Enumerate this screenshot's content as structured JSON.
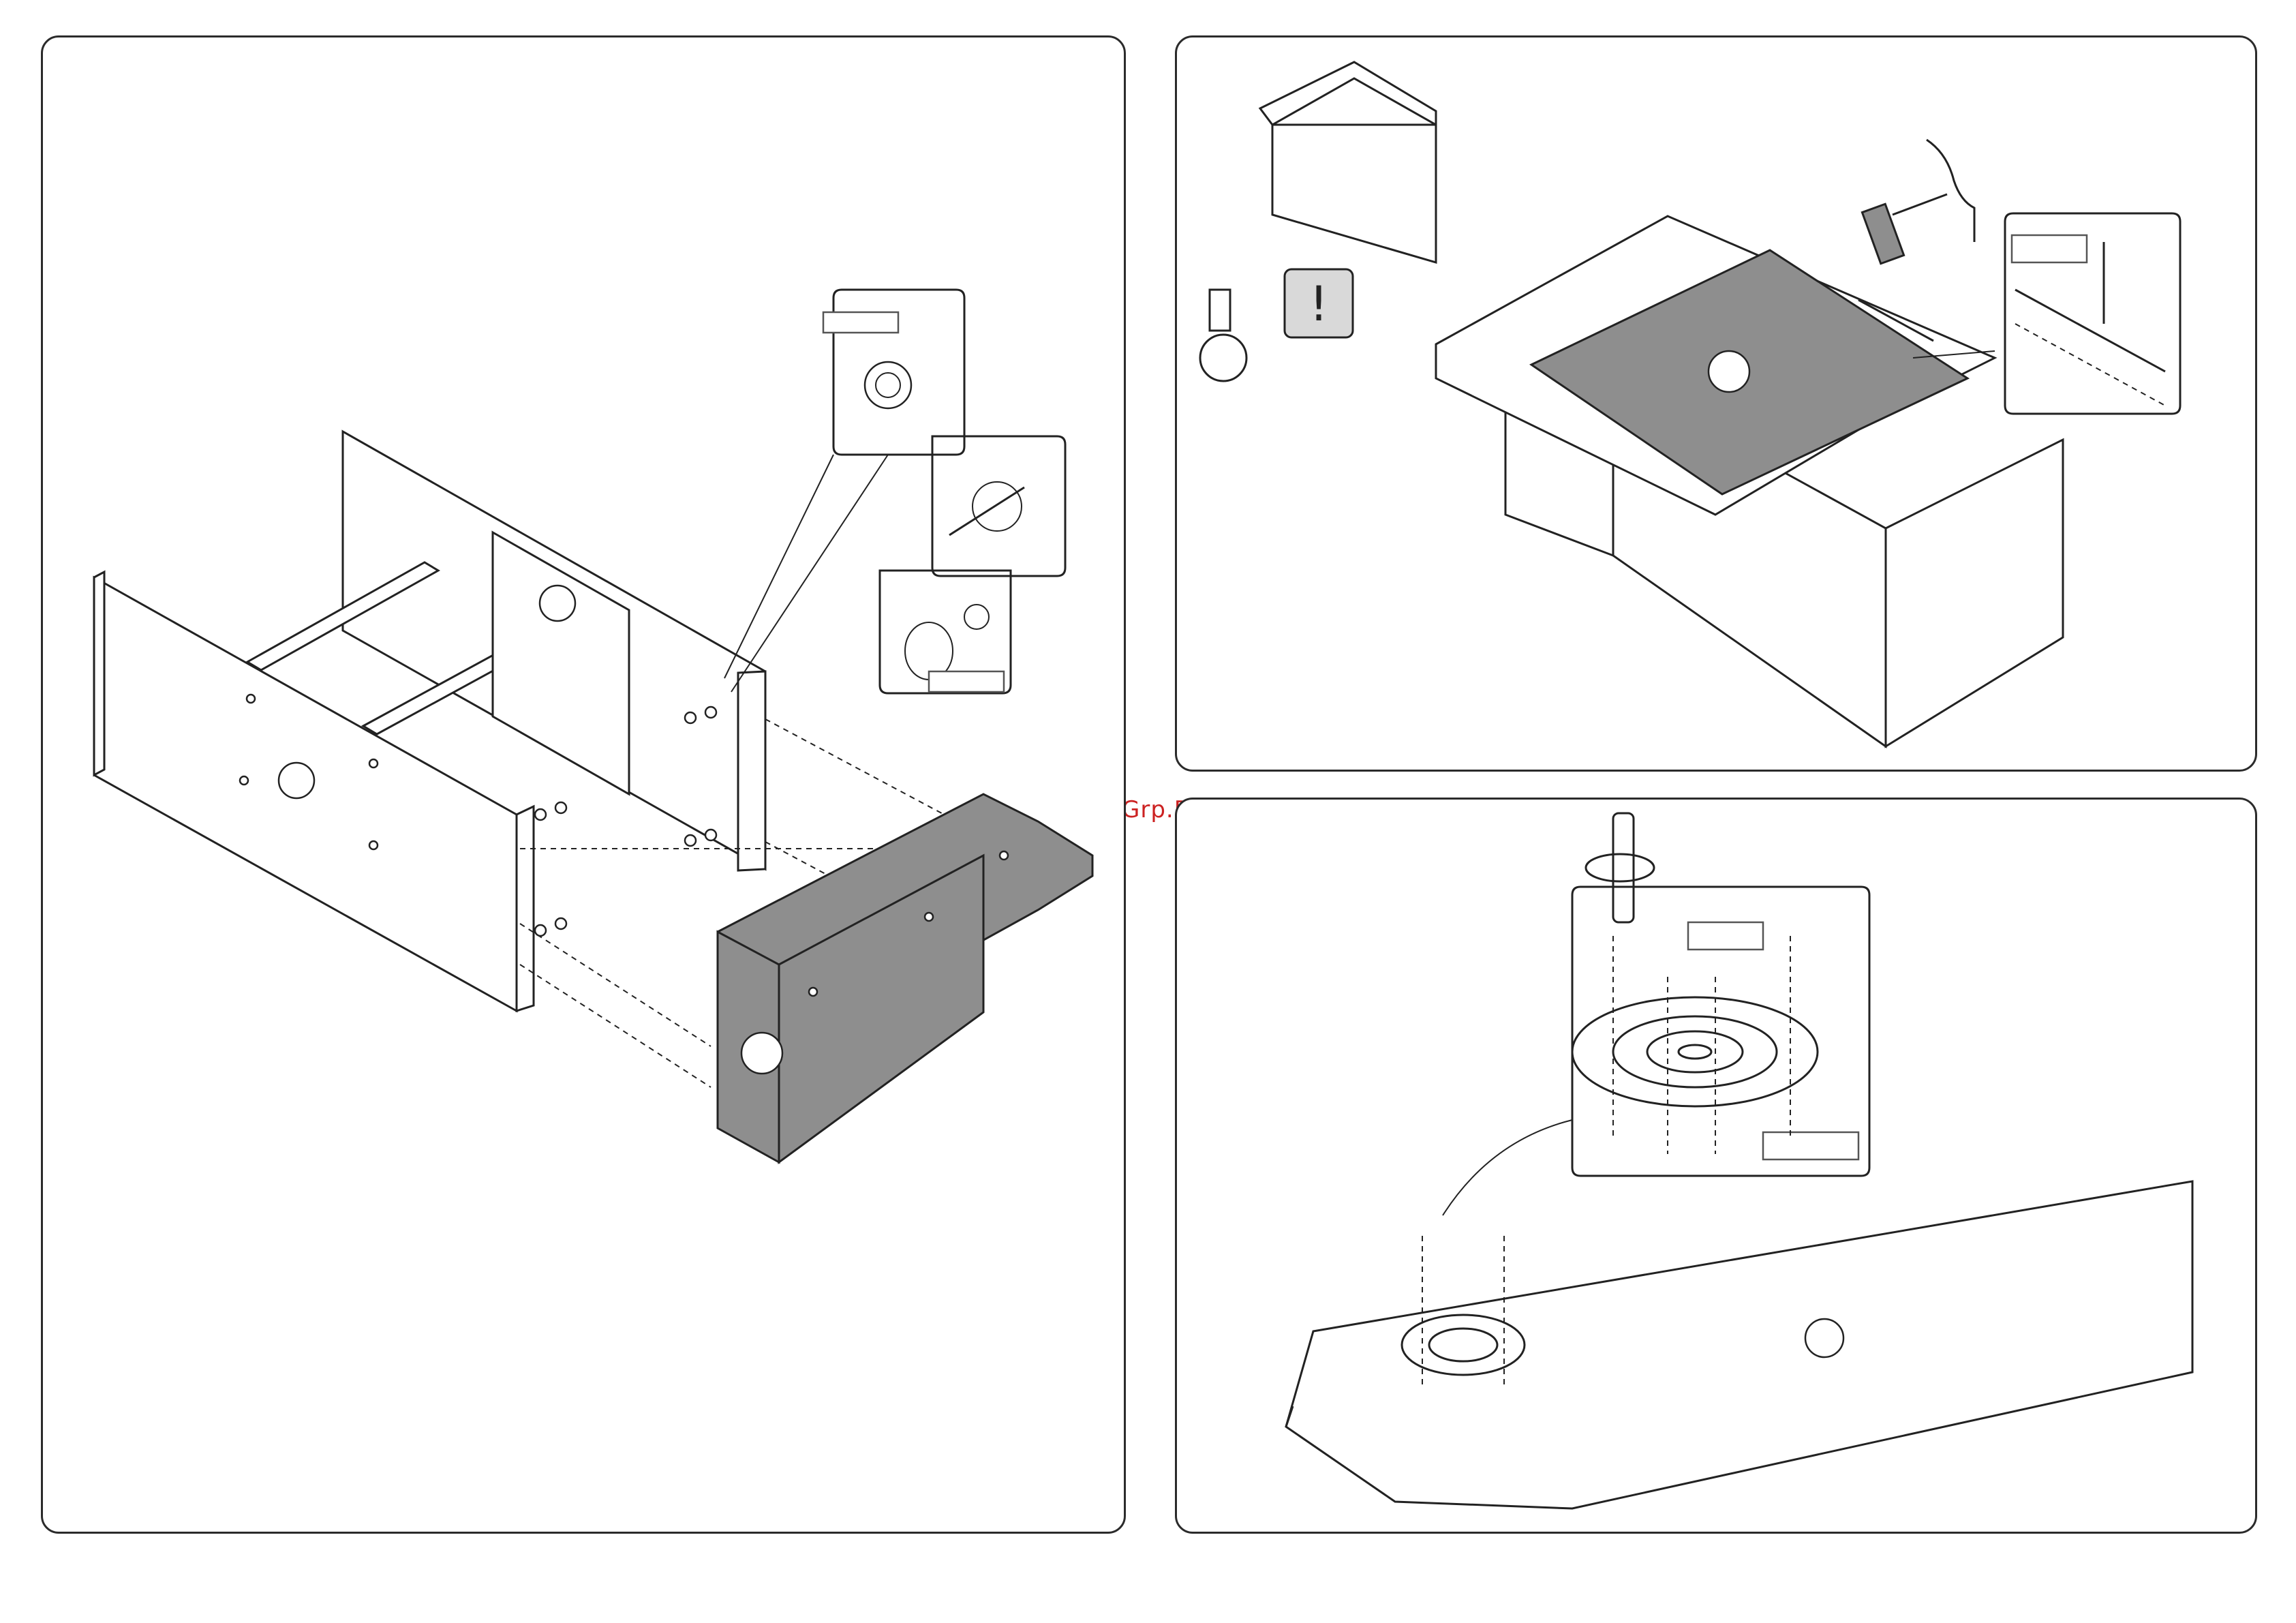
{
  "watermark": {
    "text": "McGrp.Ru",
    "color": "#cc2222"
  },
  "panels": [
    {
      "id": "assembly-cabinet-frame",
      "icon": "cabinet-frame-assembly"
    },
    {
      "id": "assembly-top-board-hammer",
      "icon": "hammer-icon"
    },
    {
      "id": "assembly-swivel-plate",
      "icon": "swivel-plate-screws"
    }
  ],
  "icons": {
    "warning": "exclamation-icon",
    "measure": "tape-measure-icon",
    "hammer": "hammer-icon",
    "screwdriver": "screwdriver-icon",
    "cam_lock": "cam-lock-icon",
    "dowel": "dowel-icon"
  },
  "colors": {
    "outline": "#222222",
    "gray_board": "#8e8e8e",
    "panel_border": "#2b2b2b"
  }
}
